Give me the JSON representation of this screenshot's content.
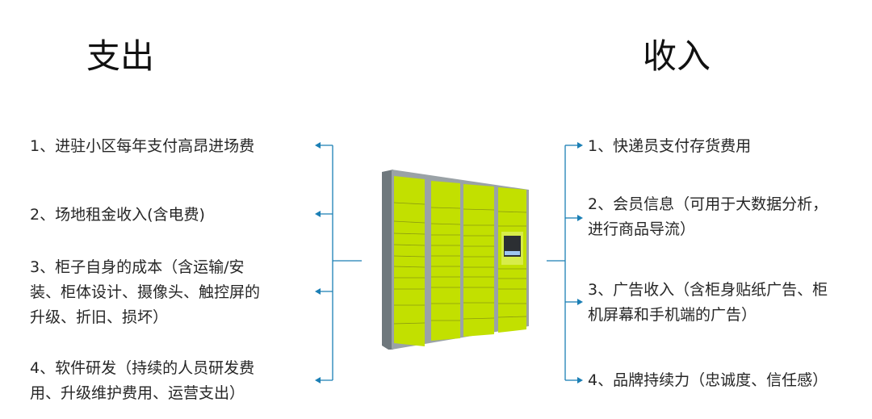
{
  "expense": {
    "title": "支出",
    "items": [
      "1、进驻小区每年支付高昂进场费",
      "2、场地租金收入(含电费)",
      "3、柜子自身的成本（含运输/安\n装、柜体设计、摄像头、触控屏的\n升级、折旧、损坏）",
      "4、软件研发（持续的人员研发费\n用、升级维护费用、运营支出）"
    ]
  },
  "income": {
    "title": "收入",
    "items": [
      "1、快递员支付存货费用",
      "2、会员信息（可用于大数据分析，\n进行商品导流）",
      "3、广告收入（含柜身贴纸广告、柜\n机屏幕和手机端的广告）",
      "4、品牌持续力（忠诚度、信任感）"
    ]
  },
  "colors": {
    "connector": "#1b7fb5",
    "locker": "#c2e000",
    "frame": "#8e979c"
  }
}
